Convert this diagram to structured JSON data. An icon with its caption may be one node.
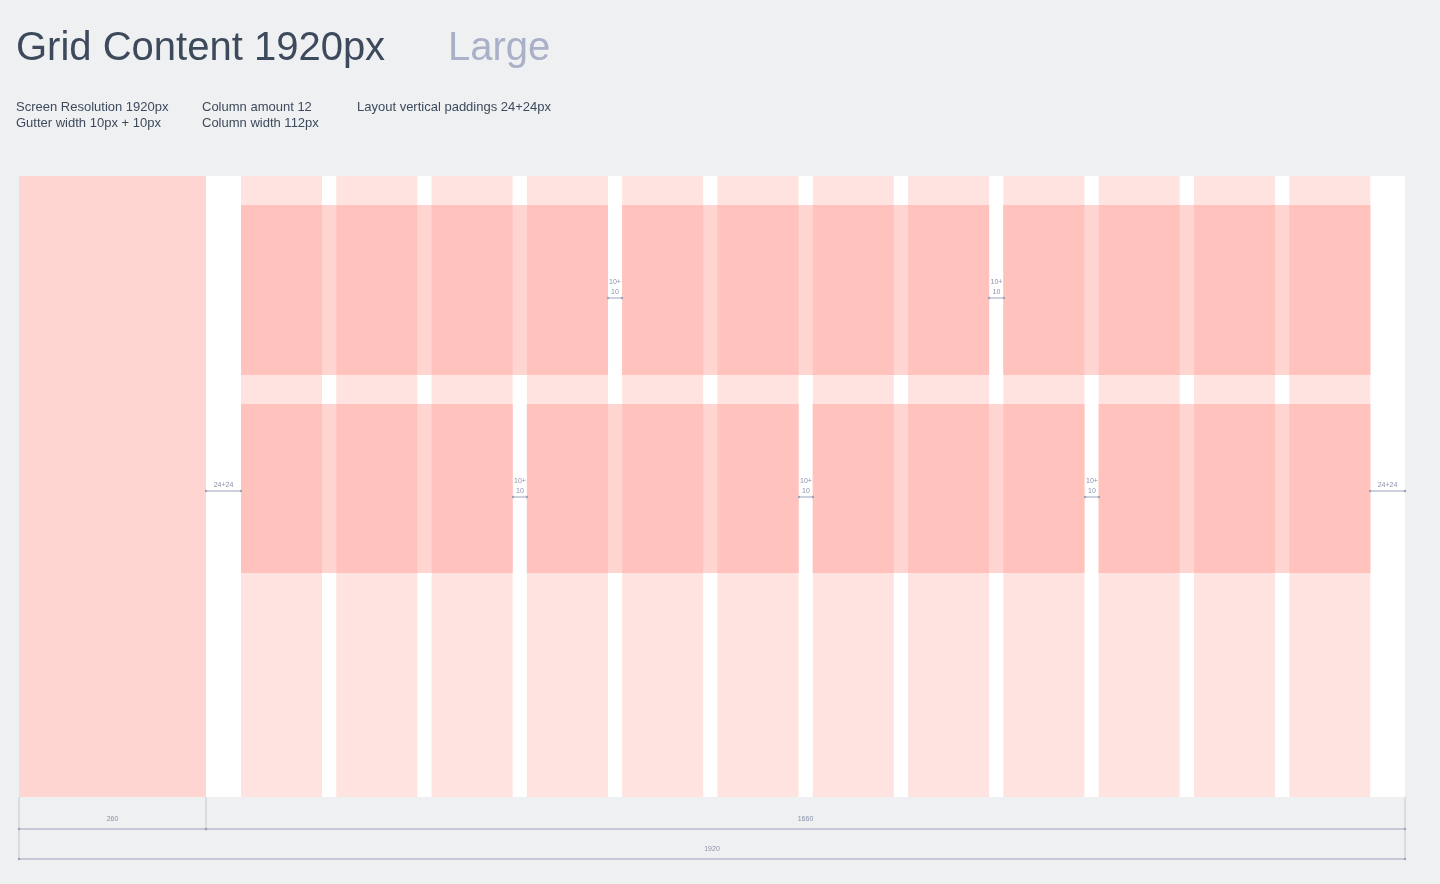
{
  "diagram": {
    "title": "Grid Content 1920px",
    "labels": [
      "Large",
      "Screen Resolution 1920px",
      "Gutter width 10px + 10px",
      "Column amount 12",
      "Column width 112px",
      "Layout vertical paddings 24+24px",
      "10+10",
      "10+10",
      "24+24",
      "10+10",
      "10+10",
      "10+10",
      "24+24",
      "260",
      "1660",
      "1920"
    ]
  }
}
